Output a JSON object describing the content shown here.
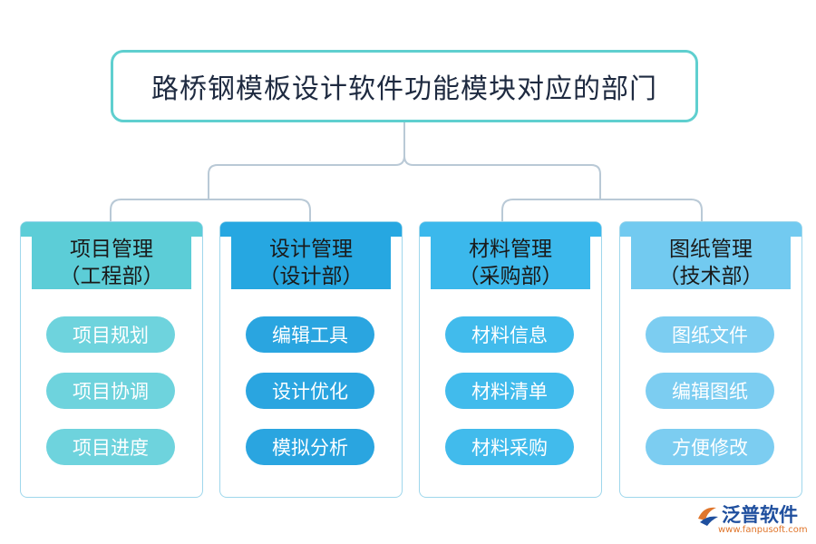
{
  "title": "路桥钢模板设计软件功能模块对应的部门",
  "colors": {
    "title_border": "#5fcfcf",
    "connector": "#b9c9d6",
    "col1": "#5ccdd7",
    "col2": "#26a7e1",
    "col3": "#3bb8ec",
    "col4": "#72caf0"
  },
  "columns": [
    {
      "name": "项目管理",
      "dept": "（工程部）",
      "items": [
        "项目规划",
        "项目协调",
        "项目进度"
      ]
    },
    {
      "name": "设计管理",
      "dept": "（设计部）",
      "items": [
        "编辑工具",
        "设计优化",
        "模拟分析"
      ]
    },
    {
      "name": "材料管理",
      "dept": "（采购部）",
      "items": [
        "材料信息",
        "材料清单",
        "材料采购"
      ]
    },
    {
      "name": "图纸管理",
      "dept": "（技术部）",
      "items": [
        "图纸文件",
        "编辑图纸",
        "方便修改"
      ]
    }
  ],
  "logo": {
    "brand": "泛普软件",
    "url": "www.fanpusoft.com",
    "icon": "fanpu-logo-icon"
  }
}
